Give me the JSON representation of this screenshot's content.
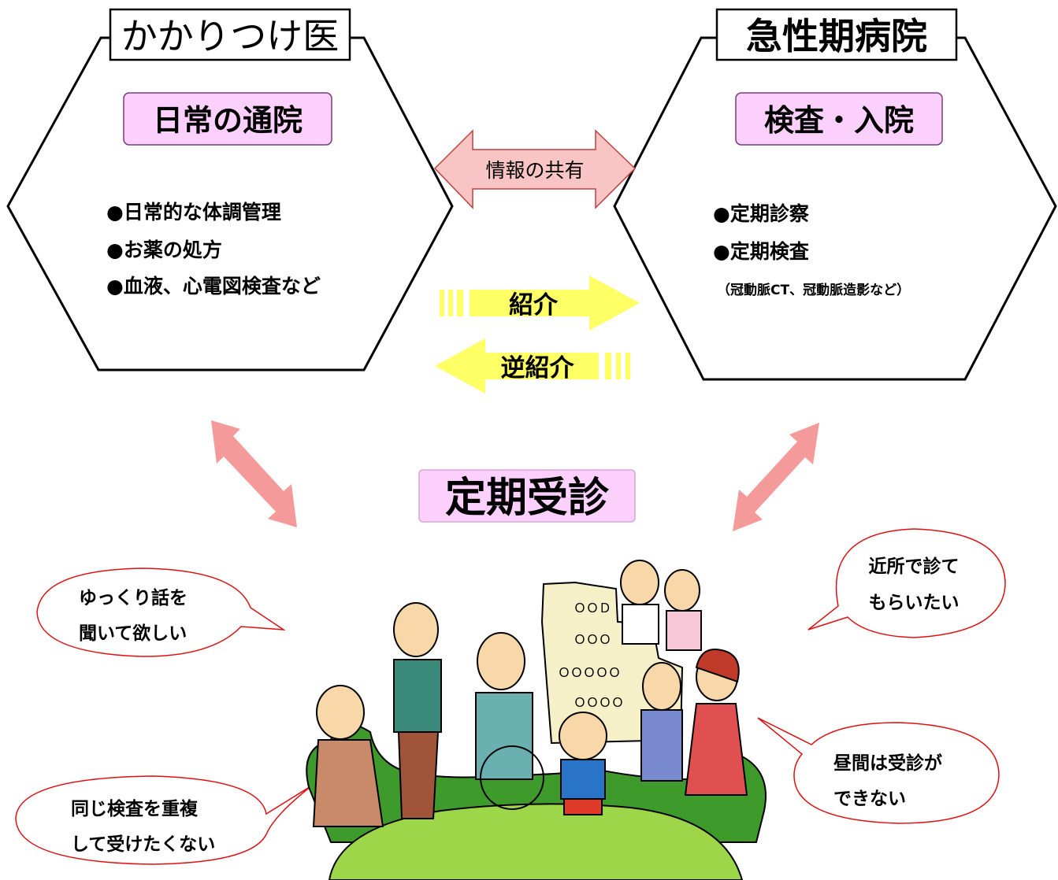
{
  "left_box": {
    "title": "かかりつけ医",
    "subtitle": "日常の通院",
    "bullets": [
      "●日常的な体調管理",
      "●お薬の処方",
      "●血液、心電図検査など"
    ]
  },
  "right_box": {
    "title": "急性期病院",
    "subtitle": "検査・入院",
    "bullets": [
      "●定期診察",
      "●定期検査"
    ],
    "note": "（冠動脈CT、冠動脈造影など）"
  },
  "center": {
    "share_label": "情報の共有",
    "referral_label": "紹介",
    "reverse_referral_label": "逆紹介",
    "main_label": "定期受診"
  },
  "bubbles": [
    {
      "lines": [
        "ゆっくり話を",
        "聞いて欲しい"
      ]
    },
    {
      "lines": [
        "近所で診て",
        "もらいたい"
      ]
    },
    {
      "lines": [
        "同じ検査を重複",
        "して受けたくない"
      ]
    },
    {
      "lines": [
        "昼間は受診が",
        "できない"
      ]
    }
  ],
  "colors": {
    "pink_fill": "#fcd0fc",
    "pink_border": "#7a3a7a",
    "share_arrow": "#f9c4c4",
    "share_arrow_border": "#c04040",
    "yellow_arrow": "#ffff66",
    "double_arrow": "#f59a9a",
    "bubble_border": "#e01010",
    "grass": "#9ed64a",
    "building": "#f5f0c8"
  }
}
